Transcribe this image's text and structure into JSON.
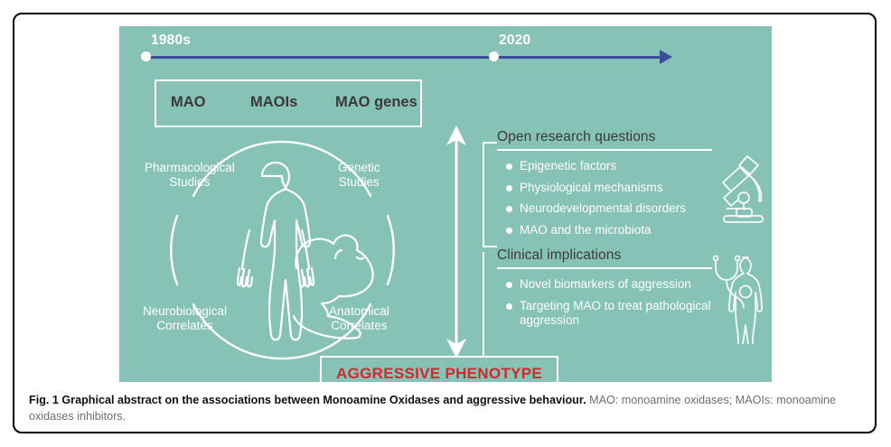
{
  "figure": {
    "panel_background": "#86c2b5",
    "timeline": {
      "start_label": "1980s",
      "end_label": "2020",
      "line_color": "#3b4e9b",
      "arrow_icon": "right-arrowhead-icon"
    },
    "era_terms": [
      "MAO",
      "MAOIs",
      "MAO genes"
    ],
    "circle_diagram": {
      "labels": [
        "Pharmacological\nStudies",
        "Genetic\nStudies",
        "Neurobiological\nCorrelates",
        "Anatomical\nCorrelates"
      ],
      "label_pharmacological_line1": "Pharmacological",
      "label_pharmacological_line2": "Studies",
      "label_genetic_line1": "Genetic",
      "label_genetic_line2": "Studies",
      "label_neurobiological_line1": "Neurobiological",
      "label_neurobiological_line2": "Correlates",
      "label_anatomical_line1": "Anatomical",
      "label_anatomical_line2": "Correlates",
      "center_icons": [
        "human-figure-icon",
        "mouse-icon"
      ]
    },
    "vertical_arrow_icon": "double-headed-vertical-arrow-icon",
    "sections": [
      {
        "title": "Open research questions",
        "icon": "microscope-icon",
        "items": [
          "Epigenetic factors",
          "Physiological mechanisms",
          "Neurodevelopmental disorders",
          "MAO and the microbiota"
        ]
      },
      {
        "title": "Clinical implications",
        "icon": "stethoscope-person-icon",
        "items": [
          "Novel biomarkers of aggression",
          "Targeting MAO to treat pathological aggression"
        ]
      }
    ],
    "outcome_box": {
      "text": "AGGRESSIVE PHENOTYPE",
      "text_color": "#d2282e"
    }
  },
  "caption": {
    "bold": "Fig. 1 Graphical abstract on the associations between Monoamine Oxidases and aggressive behaviour.",
    "rest": " MAO: monoamine oxidases; MAOIs: monoamine oxidases inhibitors."
  }
}
